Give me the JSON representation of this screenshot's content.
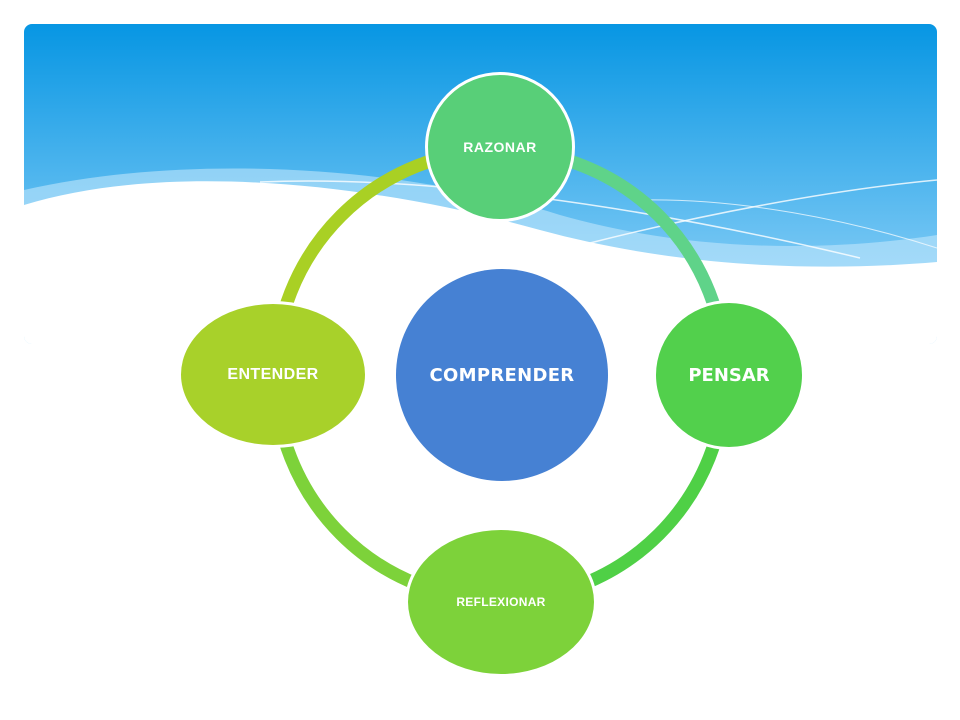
{
  "diagram": {
    "center": {
      "label": "COMPRENDER",
      "color": "#4681d3"
    },
    "cycle": [
      {
        "label": "RAZONAR",
        "color": "#58cf78"
      },
      {
        "label": "PENSAR",
        "color": "#52d04c"
      },
      {
        "label": "REFLEXIONAR",
        "color": "#7dd23a"
      },
      {
        "label": "ENTENDER",
        "color": "#a8d12a"
      }
    ],
    "ring_colors": [
      "#5fd389",
      "#4fd046",
      "#7dd23a",
      "#a9d024"
    ]
  },
  "theme": {
    "header_gradient_top": "#0796e3",
    "header_gradient_bottom": "#9ed8fa",
    "background": "#ffffff"
  }
}
